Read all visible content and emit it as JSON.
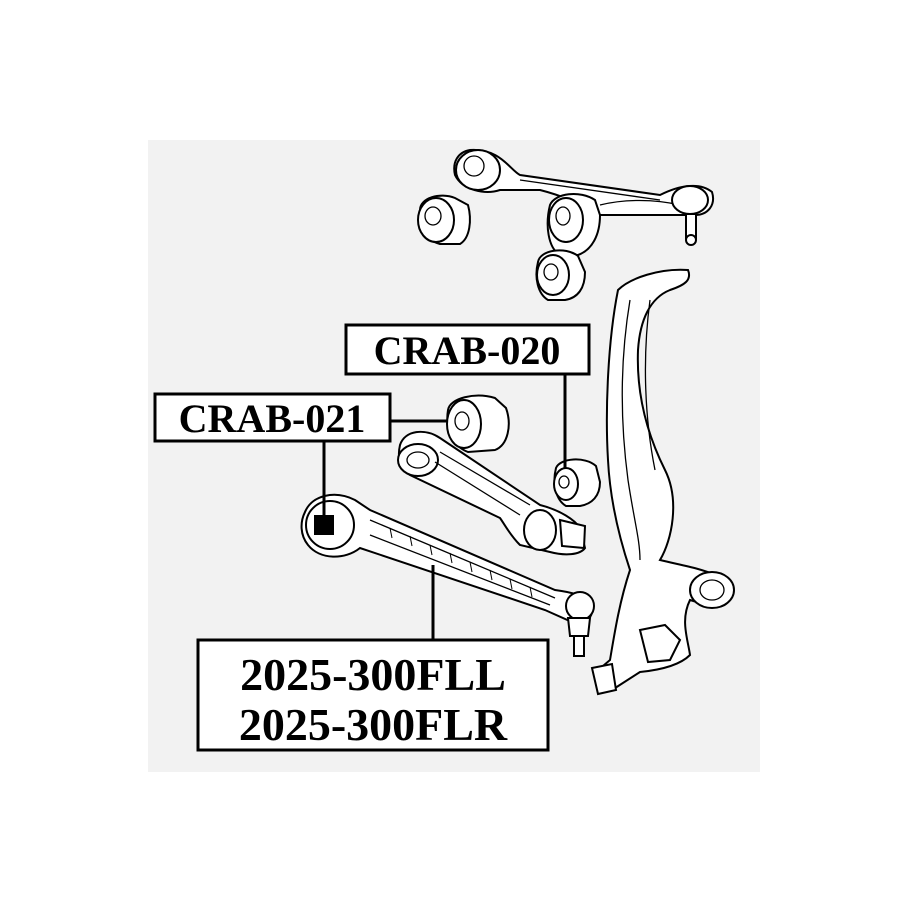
{
  "colors": {
    "background": "#ffffff",
    "panel": "#f2f2f2",
    "ink": "#000000"
  },
  "labels": {
    "crab_020": "CRAB-020",
    "crab_021": "CRAB-021",
    "part_fll": "2025-300FLL",
    "part_flr": "2025-300FLR"
  }
}
